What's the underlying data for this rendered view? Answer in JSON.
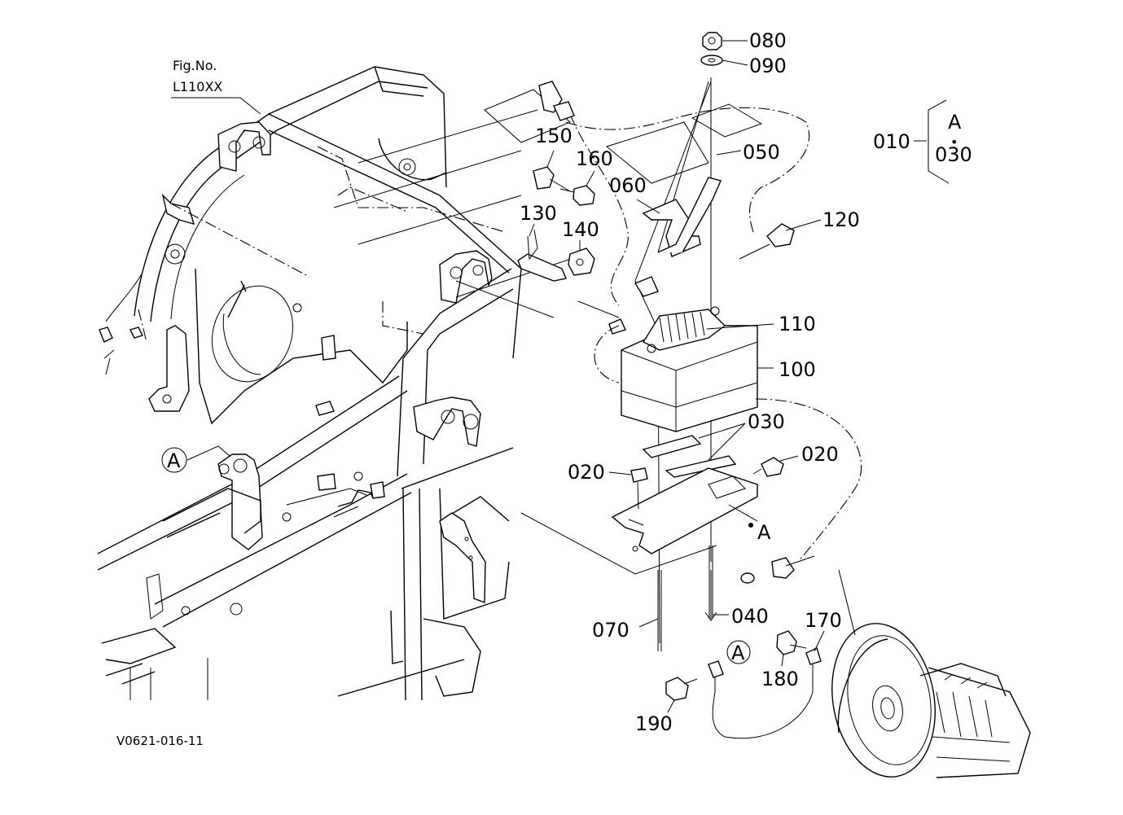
{
  "figure": {
    "fig_no_label": "Fig.No.",
    "fig_no_value": "L110XX",
    "drawing_code": "V0621-016-11"
  },
  "callouts": [
    {
      "id": "p080",
      "text": "080"
    },
    {
      "id": "p090",
      "text": "090"
    },
    {
      "id": "p150",
      "text": "150"
    },
    {
      "id": "p160",
      "text": "160"
    },
    {
      "id": "p050",
      "text": "050"
    },
    {
      "id": "p060",
      "text": "060"
    },
    {
      "id": "p130",
      "text": "130"
    },
    {
      "id": "p140",
      "text": "140"
    },
    {
      "id": "p120",
      "text": "120"
    },
    {
      "id": "p110",
      "text": "110"
    },
    {
      "id": "p100",
      "text": "100"
    },
    {
      "id": "p030",
      "text": "030"
    },
    {
      "id": "p020a",
      "text": "020"
    },
    {
      "id": "p020b",
      "text": "020"
    },
    {
      "id": "p070",
      "text": "070"
    },
    {
      "id": "p040",
      "text": "040"
    },
    {
      "id": "p170",
      "text": "170"
    },
    {
      "id": "p180",
      "text": "180"
    },
    {
      "id": "p190",
      "text": "190"
    }
  ],
  "assembly_group": {
    "parent": "010",
    "child_marker": "A",
    "child_dot": "•",
    "child_part": "030"
  },
  "markers": {
    "circle_a_frame": "A",
    "circle_a_ground": "A",
    "point_a_label": "A"
  }
}
